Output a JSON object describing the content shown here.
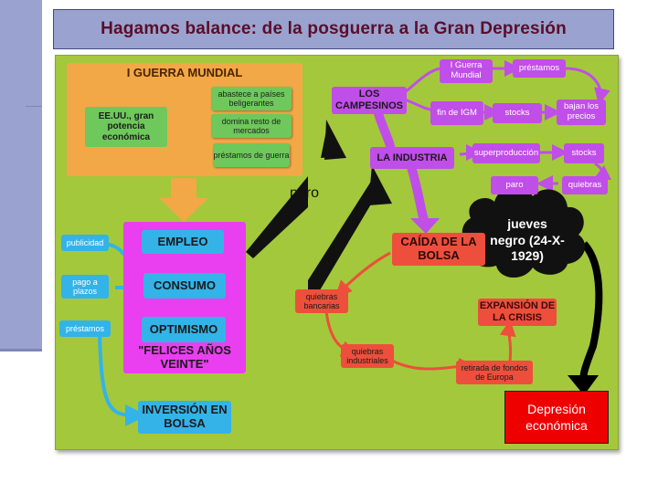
{
  "title": "Hagamos balance: de la posguerra a la Gran Depresión",
  "war": {
    "title": "I GUERRA MUNDIAL",
    "main": "EE.UU., gran potencia económica",
    "items": [
      "abastece a países beligerantes",
      "domina resto de mercados",
      "préstamos de guerra"
    ]
  },
  "pink": {
    "empleo": "EMPLEO",
    "consumo": "CONSUMO",
    "optimismo": "OPTIMISMO",
    "felices": "\"FELICES AÑOS VEINTE\""
  },
  "blue": {
    "publicidad": "publicidad",
    "pago": "pago a plazos",
    "prestamos": "préstamos",
    "inversion": "INVERSIÓN EN BOLSA"
  },
  "pero": "pero",
  "purple": {
    "campesinos": "LOS CAMPESINOS",
    "industria": "LA INDUSTRIA",
    "igm": "I Guerra Mundial",
    "prestamos": "préstamos",
    "fin": "fin de IGM",
    "stocks1": "stocks",
    "bajan": "bajan los precios",
    "superproduccion": "superproducción",
    "stocks2": "stocks",
    "paro": "paro",
    "quiebras": "quiebras"
  },
  "red": {
    "caida": "CAÍDA DE LA BOLSA",
    "quiebras_bancarias": "quiebras bancarias",
    "quiebras_industriales": "quiebras industriales",
    "retirada": "retirada de fondos de Europa",
    "expansion": "EXPANSIÓN DE LA CRISIS"
  },
  "cloud": "jueves negro (24-X-1929)",
  "final": "Depresión económica",
  "colors": {
    "background": "#a3c83b",
    "orange": "#f2a847",
    "green": "#6ec85b",
    "purple": "#c04ee8",
    "magenta": "#e93ff0",
    "blue": "#33b3e8",
    "red": "#ed4f3c",
    "final": "#ee0000"
  }
}
